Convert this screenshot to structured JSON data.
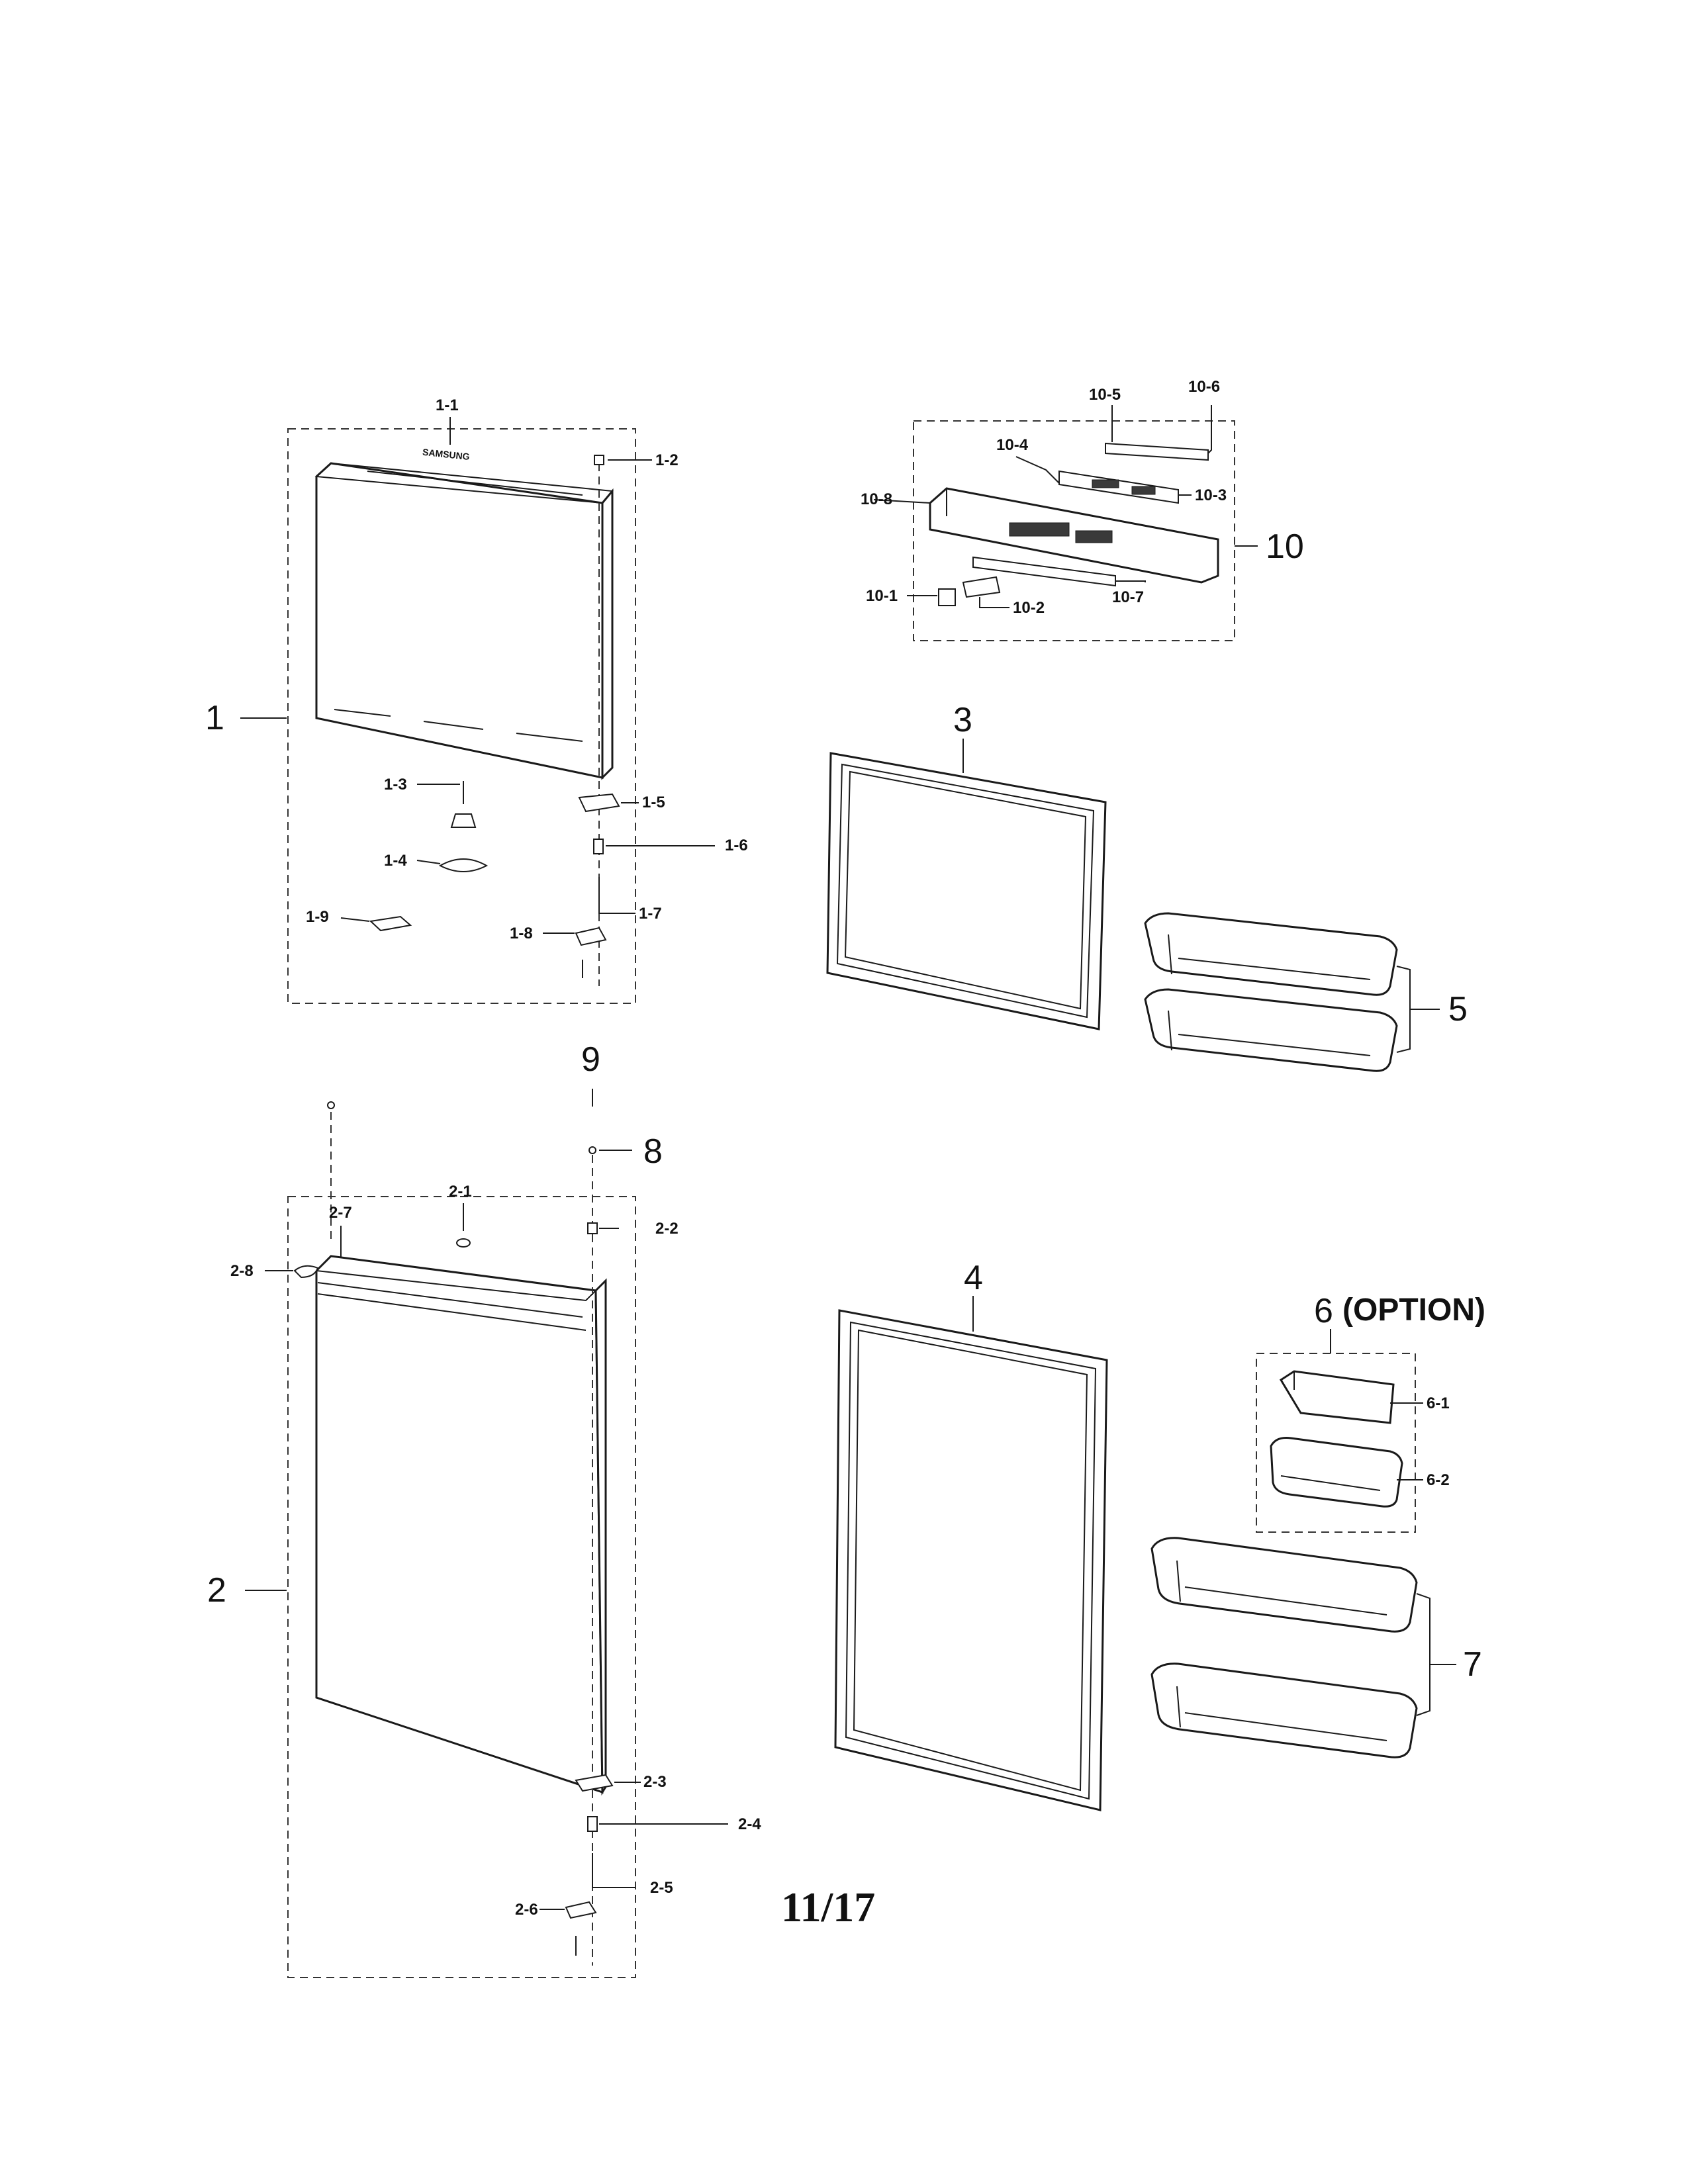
{
  "page": {
    "page_number": "11/17",
    "brand_mark": "SAMSUNG"
  },
  "labels": {
    "l1": "1",
    "l1_1": "1-1",
    "l1_2": "1-2",
    "l1_3": "1-3",
    "l1_4": "1-4",
    "l1_5": "1-5",
    "l1_6": "1-6",
    "l1_7": "1-7",
    "l1_8": "1-8",
    "l1_9": "1-9",
    "l2": "2",
    "l2_1": "2-1",
    "l2_2": "2-2",
    "l2_3": "2-3",
    "l2_4": "2-4",
    "l2_5": "2-5",
    "l2_6": "2-6",
    "l2_7": "2-7",
    "l2_8": "2-8",
    "l3": "3",
    "l4": "4",
    "l5": "5",
    "l6": "6",
    "l6_option": "(OPTION)",
    "l6_1": "6-1",
    "l6_2": "6-2",
    "l7": "7",
    "l8": "8",
    "l9": "9",
    "l10": "10",
    "l10_1": "10-1",
    "l10_2": "10-2",
    "l10_3": "10-3",
    "l10_4": "10-4",
    "l10_5": "10-5",
    "l10_6": "10-6",
    "l10_7": "10-7",
    "l10_8": "10-8"
  }
}
